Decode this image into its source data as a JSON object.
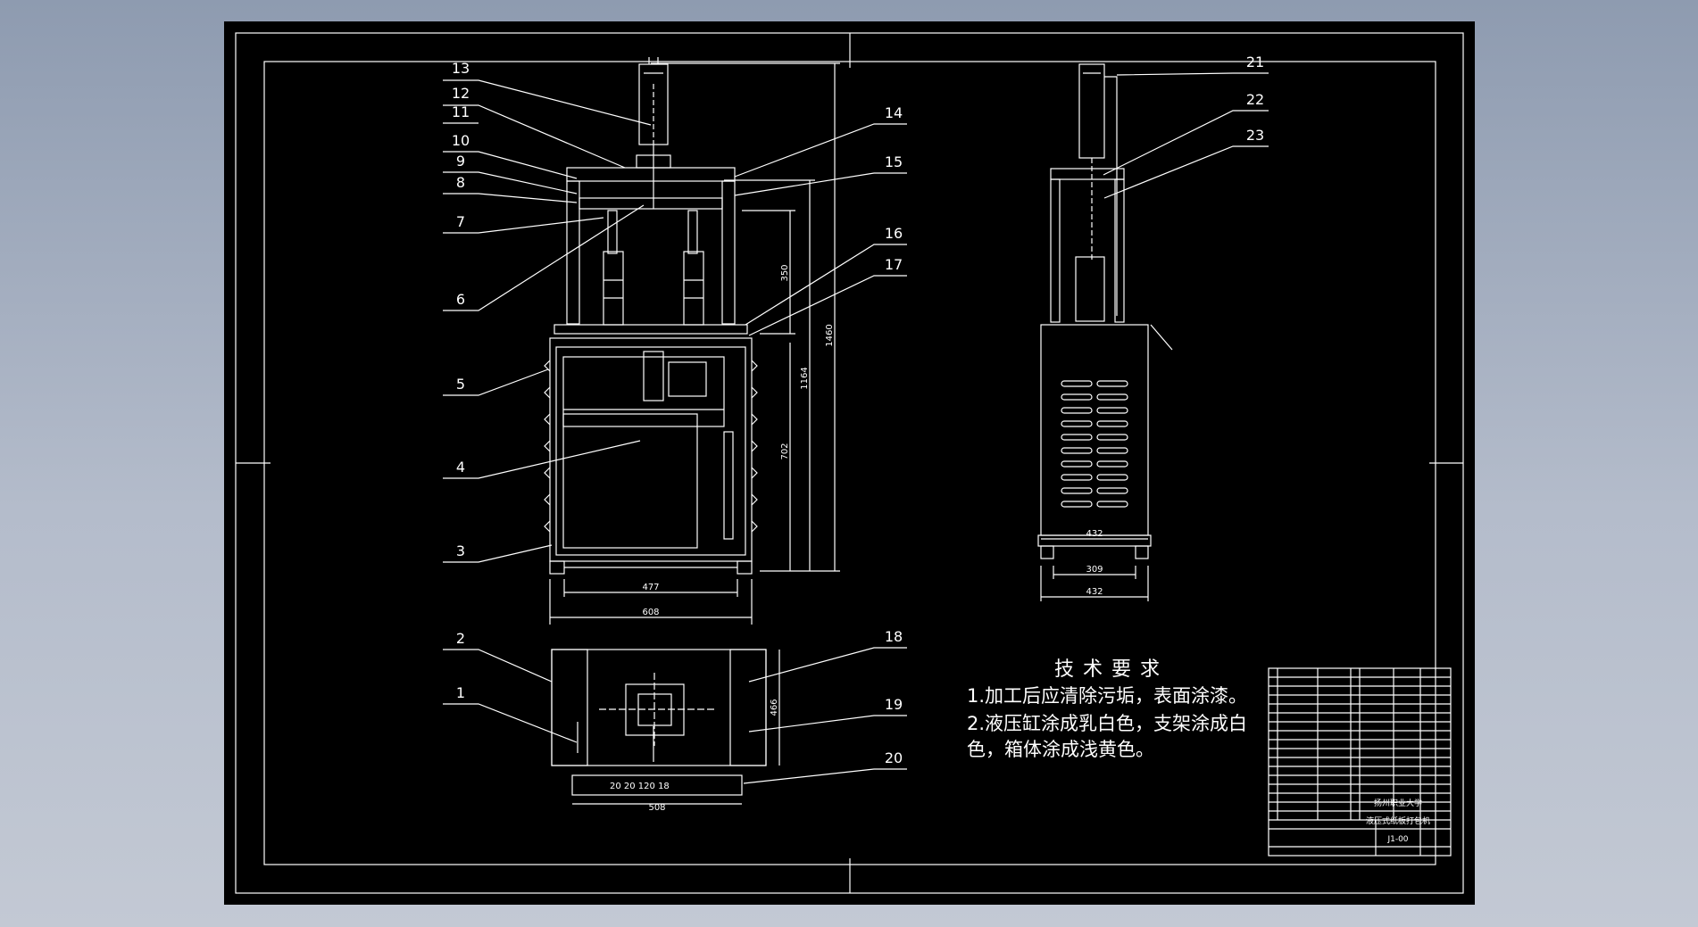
{
  "callouts": {
    "n1": "1",
    "n2": "2",
    "n3": "3",
    "n4": "4",
    "n5": "5",
    "n6": "6",
    "n7": "7",
    "n8": "8",
    "n9": "9",
    "n10": "10",
    "n11": "11",
    "n12": "12",
    "n13": "13",
    "n14": "14",
    "n15": "15",
    "n16": "16",
    "n17": "17",
    "n18": "18",
    "n19": "19",
    "n20": "20",
    "n21": "21",
    "n22": "22",
    "n23": "23"
  },
  "dimensions": {
    "front_height_total": "1460",
    "front_height_mid": "1164",
    "front_height_box": "702",
    "front_cyl": "350",
    "front_base": "477",
    "front_width": "608",
    "side_top": "432",
    "side_base": "309",
    "side_width": "432",
    "plan_width": "508",
    "plan_depth": "466",
    "plan_pitch": "20 20 120 18"
  },
  "tech_requirements": {
    "title": "技术要求",
    "line1": "1.加工后应清除污垢，表面涂漆。",
    "line2": "2.液压缸涂成乳白色，支架涂成白",
    "line3": "色，箱体涂成浅黄色。"
  },
  "title_block": {
    "school": "扬州职业大学",
    "drawing_name": "液压式纸板打包机",
    "drawing_no": "J1-00"
  },
  "colors": {
    "background_desktop": "#a3adbf",
    "sheet": "#000000",
    "lines": "#ffffff"
  }
}
